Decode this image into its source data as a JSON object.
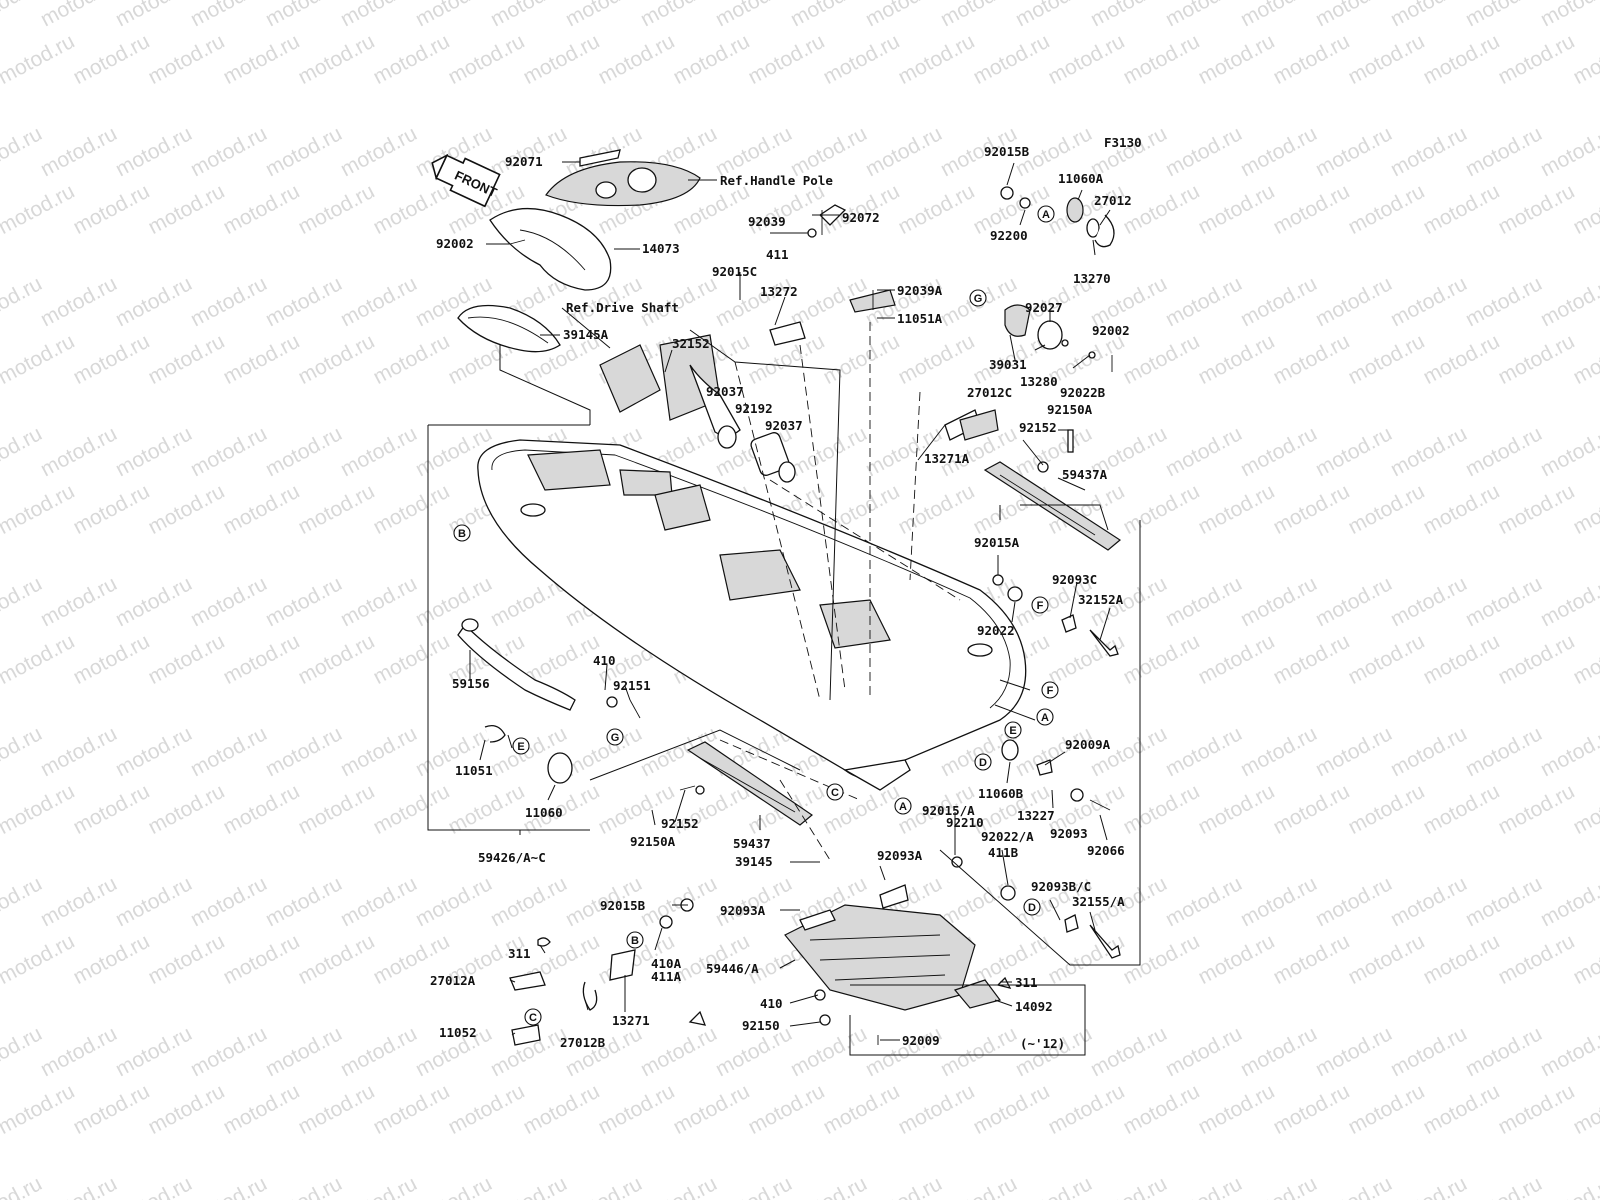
{
  "figure_code": "F3130",
  "front_label": "FRONT",
  "refs": {
    "handle_pole": "Ref.Handle Pole",
    "drive_shaft": "Ref.Drive Shaft"
  },
  "note": "(~'12)",
  "watermark": "motod.ru",
  "parts": {
    "p92071": "92071",
    "p14073": "14073",
    "p92002a": "92002",
    "p39145A": "39145A",
    "p32152": "32152",
    "p92037a": "92037",
    "p92192": "92192",
    "p92037b": "92037",
    "p92015C": "92015C",
    "p13272": "13272",
    "p92039": "92039",
    "p92072": "92072",
    "p411": "411",
    "p92039A": "92039A",
    "p11051A": "11051A",
    "p92015B_top": "92015B",
    "p11060A": "11060A",
    "p27012": "27012",
    "p92200": "92200",
    "p13270": "13270",
    "p92027": "92027",
    "p92002b": "92002",
    "p39031": "39031",
    "p13280": "13280",
    "p92022B": "92022B",
    "p27012C": "27012C",
    "p92150A_top": "92150A",
    "p92152_top": "92152",
    "p13271A": "13271A",
    "p59437A": "59437A",
    "p92015A": "92015A",
    "p92093C": "92093C",
    "p32152A": "32152A",
    "p92022": "92022",
    "p59156": "59156",
    "p410_top": "410",
    "p92151": "92151",
    "p11051": "11051",
    "p11060": "11060",
    "p59426": "59426/A~C",
    "p92152_mid": "92152",
    "p92150A_mid": "92150A",
    "p59437": "59437",
    "p39145": "39145",
    "p92093A_r": "92093A",
    "p92093A_l": "92093A",
    "p11060B": "11060B",
    "p92009A": "92009A",
    "p92015_A": "92015/A",
    "p92210": "92210",
    "p13227": "13227",
    "p92093": "92093",
    "p92066": "92066",
    "p92022_A": "92022/A",
    "p411B": "411B",
    "p92093B_C": "92093B/C",
    "p32155_A": "32155/A",
    "p92015B_bot": "92015B",
    "p410A": "410A",
    "p411A": "411A",
    "p311_l": "311",
    "p27012A": "27012A",
    "p13271": "13271",
    "p27012B": "27012B",
    "p11052": "11052",
    "p59446": "59446/A",
    "p410_bot": "410",
    "p92150": "92150",
    "p92009": "92009",
    "p311_r": "311",
    "p14092": "14092"
  },
  "markers": {
    "A": "A",
    "B": "B",
    "C": "C",
    "D": "D",
    "E": "E",
    "F": "F",
    "G": "G"
  }
}
